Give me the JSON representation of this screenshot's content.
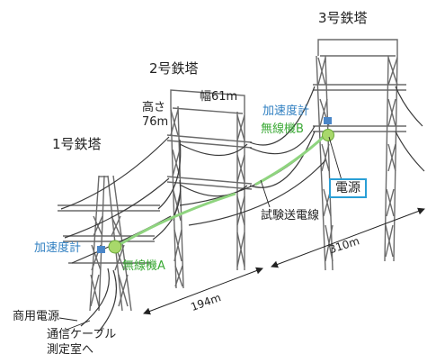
{
  "labels": {
    "tower1": "1号鉄塔",
    "tower2": "2号鉄塔",
    "tower3": "3号鉄塔",
    "height_title": "高さ",
    "height_value": "76m",
    "width": "幅61m",
    "accel_1": "加速度計",
    "accel_3": "加速度計",
    "radio_a": "無線機A",
    "radio_b": "無線機B",
    "power_source": "電源",
    "test_line": "試験送電線",
    "dist_12": "194m",
    "dist_23": "310m",
    "commercial_power": "商用電源",
    "comm_cable_1": "通信ケーブル",
    "comm_cable_2": "測定室へ"
  },
  "colors": {
    "tower_line": "#6a6a6a",
    "wire": "#3a3a3a",
    "radio_link": "#8fd47f",
    "radio_node": "#a8d86b",
    "accelerometer": "#4a86c8",
    "accent_blue": "#2f7fc1",
    "accent_green": "#3aa935",
    "power_box_border": "#2a9fd6"
  }
}
